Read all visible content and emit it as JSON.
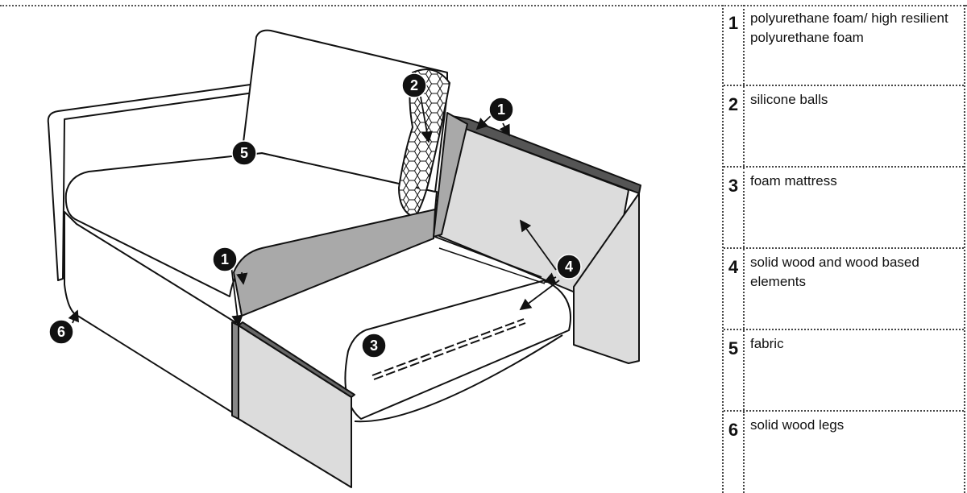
{
  "legend": [
    {
      "num": "1",
      "text": "polyurethane foam/ high resilient polyurethane foam"
    },
    {
      "num": "2",
      "text": "silicone balls"
    },
    {
      "num": "3",
      "text": "foam mattress"
    },
    {
      "num": "4",
      "text": " solid wood and wood based elements"
    },
    {
      "num": "5",
      "text": "fabric"
    },
    {
      "num": "6",
      "text": " solid wood legs"
    }
  ],
  "callouts": {
    "c1a": "1",
    "c1b": "1",
    "c2": "2",
    "c3": "3",
    "c4": "4",
    "c5": "5",
    "c6": "6"
  },
  "colors": {
    "line": "#111111",
    "foam_gray": "#a9a9a9",
    "panel_gray": "#dcdcdc",
    "background": "#ffffff"
  }
}
